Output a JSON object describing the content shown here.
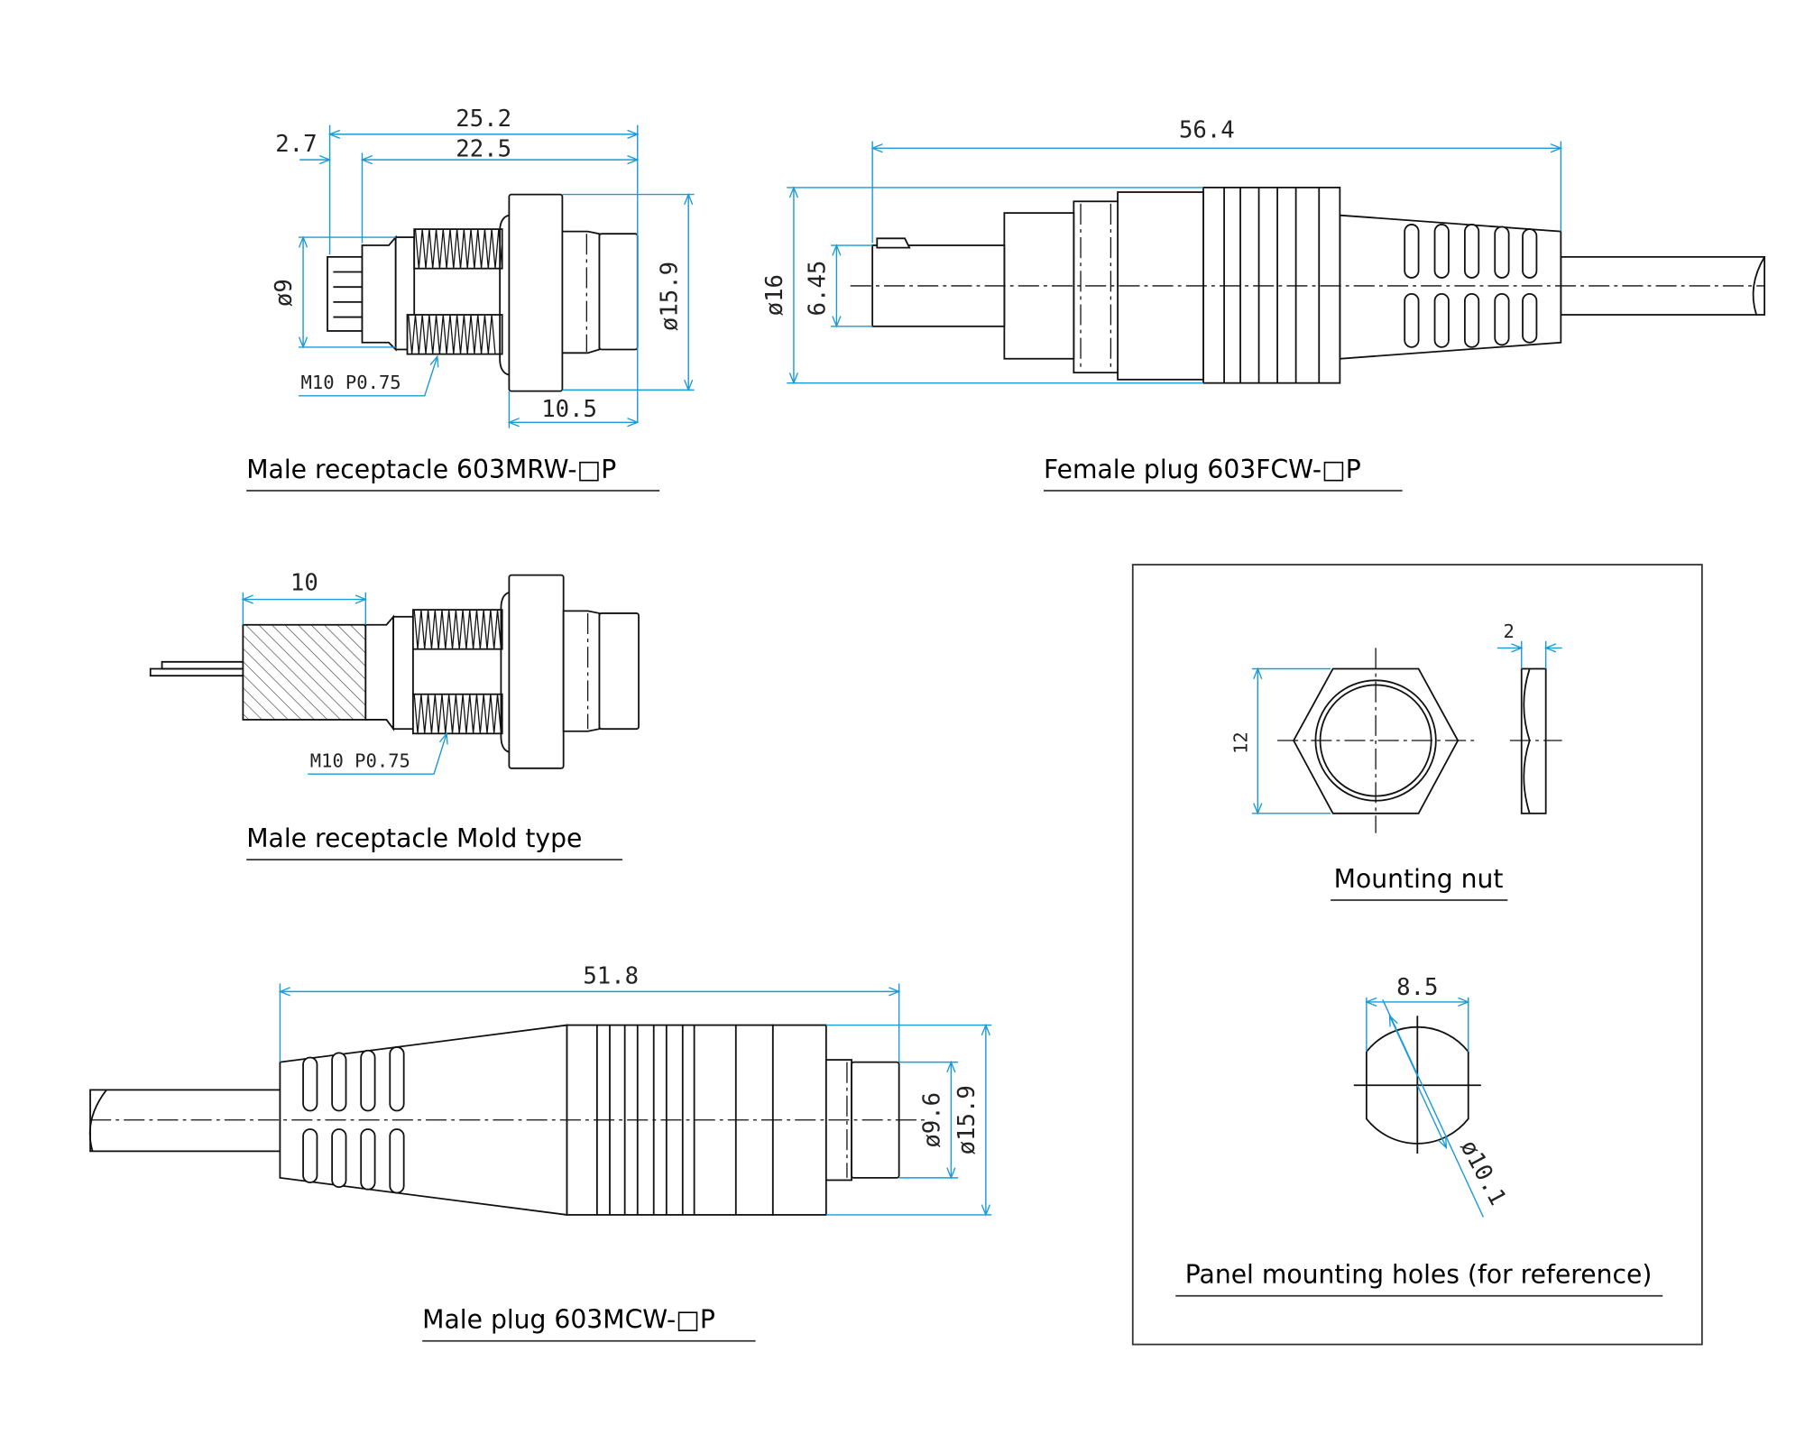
{
  "colors": {
    "dimension": "#1a9ad6",
    "outline": "#111111"
  },
  "male_receptacle": {
    "title": "Male receptacle   603MRW-□P",
    "dim_overall": "25.2",
    "dim_body": "22.5",
    "dim_pin": "2.7",
    "dim_dia_small": "ø9",
    "dim_dia_flange": "ø15.9",
    "dim_flange_len": "10.5",
    "thread": "M10 P0.75"
  },
  "female_plug": {
    "title": "Female plug   603FCW-□P",
    "dim_overall": "56.4",
    "dim_dia": "ø16",
    "dim_tip": "6.45"
  },
  "mold_type": {
    "title": "Male receptacle   Mold type",
    "dim_mold": "10",
    "thread": "M10 P0.75"
  },
  "male_plug": {
    "title": "Male plug   603MCW-□P",
    "dim_overall": "51.8",
    "dim_dia_tip": "ø9.6",
    "dim_dia_body": "ø15.9"
  },
  "mounting_nut": {
    "title": "Mounting nut",
    "dim_height": "12",
    "dim_thickness": "2"
  },
  "panel_holes": {
    "title": "Panel mounting holes (for reference)",
    "dim_flat": "8.5",
    "dim_dia": "ø10.1"
  }
}
